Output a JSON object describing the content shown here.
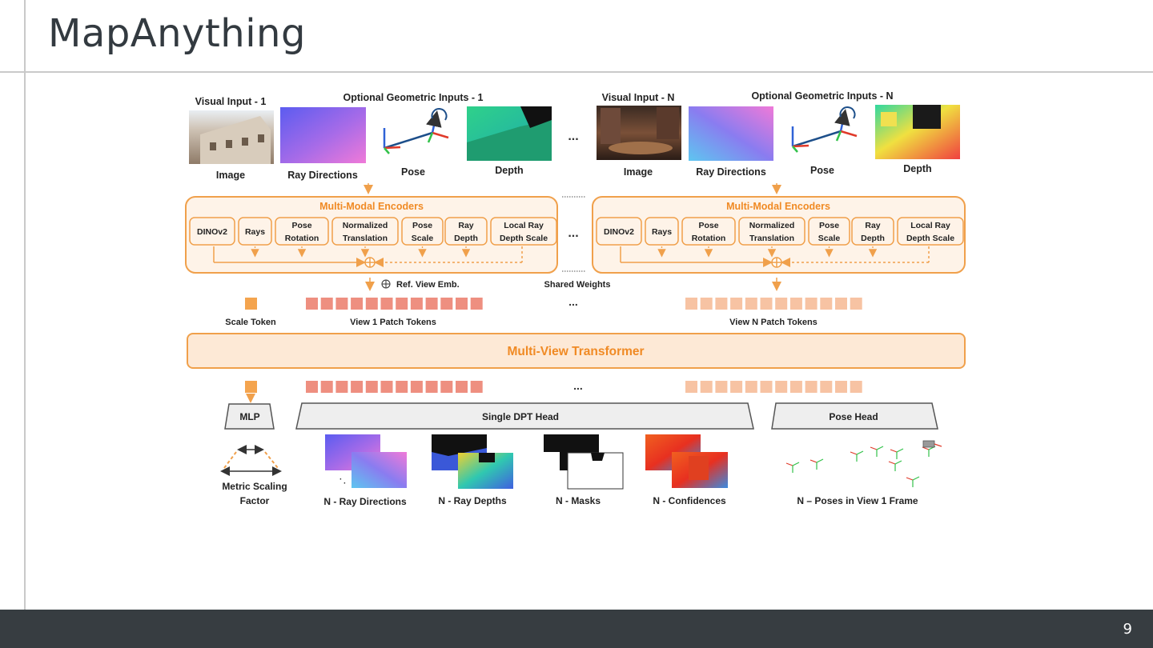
{
  "slide": {
    "title": "MapAnything",
    "page_number": "9"
  },
  "inputs": {
    "view1_visual_title": "Visual Input - 1",
    "view1_geo_title": "Optional Geometric Inputs - 1",
    "viewN_visual_title": "Visual Input - N",
    "viewN_geo_title": "Optional Geometric Inputs - N",
    "image_label": "Image",
    "ray_directions_label": "Ray Directions",
    "pose_label": "Pose",
    "depth_label": "Depth",
    "ellipsis": "..."
  },
  "encoders": {
    "title": "Multi-Modal Encoders",
    "boxes": [
      {
        "line1": "DINOv2",
        "line2": ""
      },
      {
        "line1": "Rays",
        "line2": ""
      },
      {
        "line1": "Pose",
        "line2": "Rotation"
      },
      {
        "line1": "Normalized",
        "line2": "Translation"
      },
      {
        "line1": "Pose",
        "line2": "Scale"
      },
      {
        "line1": "Ray",
        "line2": "Depth"
      },
      {
        "line1": "Local Ray",
        "line2": "Depth Scale"
      }
    ],
    "ref_view_emb": "Ref. View Emb.",
    "shared_weights": "Shared Weights"
  },
  "tokens": {
    "scale_token": "Scale Token",
    "view1_patch": "View 1 Patch Tokens",
    "viewN_patch": "View N Patch Tokens"
  },
  "transformer": {
    "label": "Multi-View Transformer"
  },
  "heads": {
    "mlp": "MLP",
    "dpt": "Single DPT Head",
    "pose": "Pose Head"
  },
  "outputs": {
    "metric_scaling_line1": "Metric Scaling",
    "metric_scaling_line2": "Factor",
    "ray_directions": "N - Ray Directions",
    "ray_depths": "N - Ray Depths",
    "masks": "N - Masks",
    "confidences": "N - Confidences",
    "poses": "N – Poses in View 1 Frame"
  },
  "colors": {
    "orange": "#f0a04b",
    "orange_fill": "#fde9d6",
    "orange_text": "#f08a24",
    "token_dark": "#ee8f80",
    "token_light": "#f7c3a3",
    "scale_token": "#f4a44e",
    "head_fill": "#eeeeee"
  }
}
